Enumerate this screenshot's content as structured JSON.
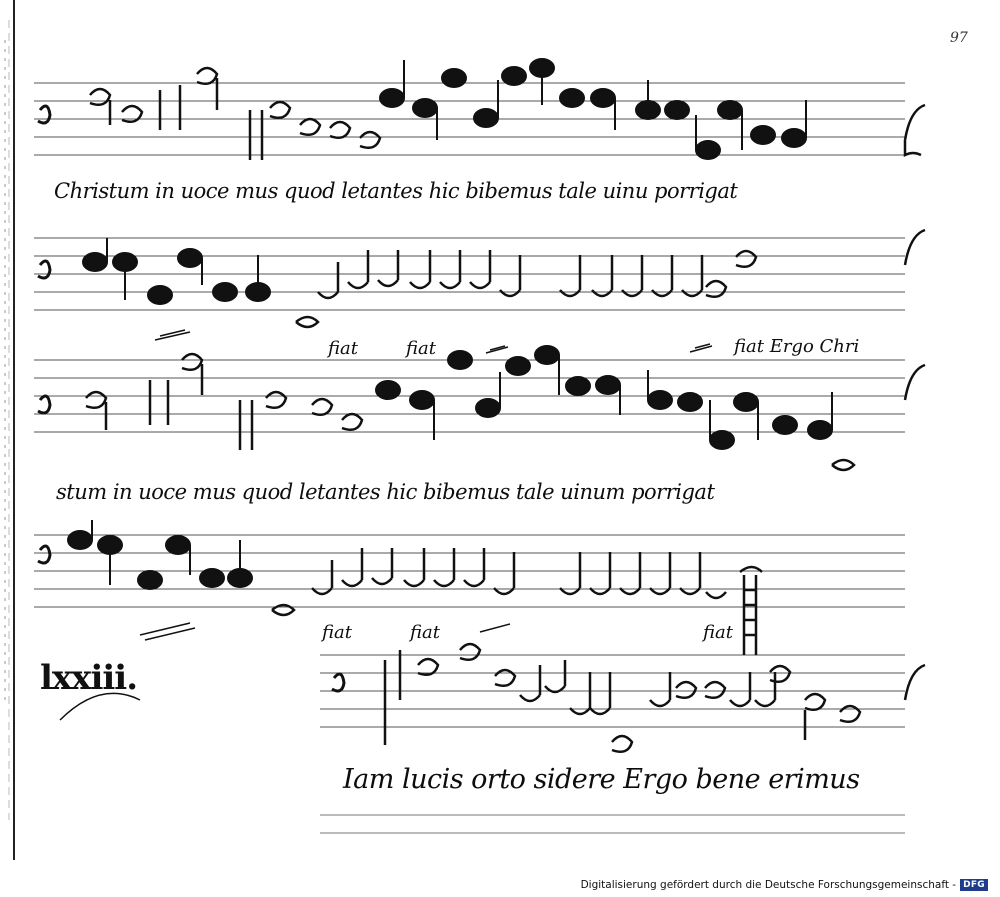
{
  "folio": "97",
  "lyrics": {
    "line1": "Christum in  uoce  mus quod letantes hic bibemus tale uinu porrigat",
    "line3": "stum in  uoce  mus quod letantes hic bibemus tale uinum porrigat",
    "line5": "Iam lucis orto sidere Ergo bene erimus"
  },
  "short_texts": {
    "fiat_a": "fiat",
    "fiat_b": "fiat",
    "fiat_ergo": "fiat Ergo Chri",
    "fiat_c": "fiat",
    "fiat_d": "fiat",
    "fiat_e": "fiat"
  },
  "chant_number": "lxxiii.",
  "footer": {
    "text": "Digitalisierung gefördert durch die Deutsche Forschungsgemeinschaft -",
    "badge": "DFG"
  },
  "colors": {
    "ink": "#111111",
    "paper": "#ffffff",
    "badge": "#1f3c8c"
  }
}
